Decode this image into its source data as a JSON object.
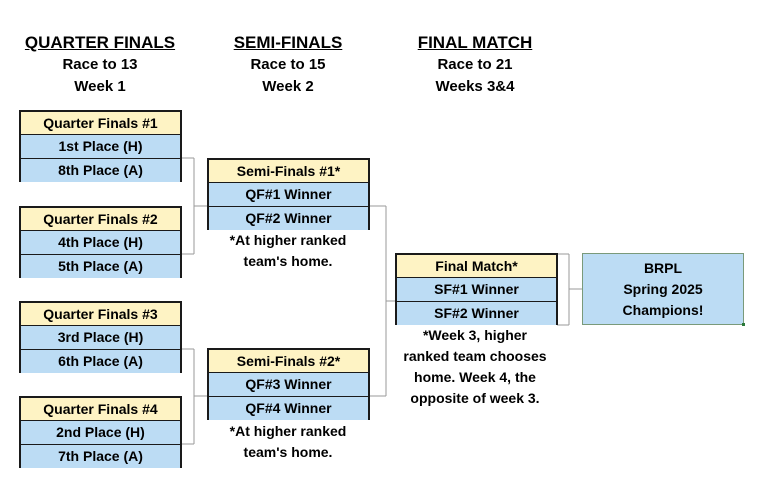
{
  "headers": {
    "qf": {
      "title": "QUARTER FINALS",
      "race": "Race to 13",
      "week": "Week 1"
    },
    "sf": {
      "title": "SEMI-FINALS",
      "race": "Race to 15",
      "week": "Week 2"
    },
    "final": {
      "title": "FINAL MATCH",
      "race": "Race to 21",
      "week": "Weeks 3&4"
    }
  },
  "quarter_finals": [
    {
      "title": "Quarter Finals #1",
      "home": "1st Place (H)",
      "away": "8th Place (A)"
    },
    {
      "title": "Quarter Finals #2",
      "home": "4th Place (H)",
      "away": "5th Place (A)"
    },
    {
      "title": "Quarter Finals #3",
      "home": "3rd Place (H)",
      "away": "6th Place (A)"
    },
    {
      "title": "Quarter Finals #4",
      "home": "2nd Place (H)",
      "away": "7th Place (A)"
    }
  ],
  "semi_finals": [
    {
      "title": "Semi-Finals #1*",
      "a": "QF#1 Winner",
      "b": "QF#2 Winner",
      "note_line1": "*At higher ranked",
      "note_line2": "team's home."
    },
    {
      "title": "Semi-Finals #2*",
      "a": "QF#3 Winner",
      "b": "QF#4 Winner",
      "note_line1": "*At higher ranked",
      "note_line2": "team's home."
    }
  ],
  "final": {
    "title": "Final Match*",
    "a": "SF#1 Winner",
    "b": "SF#2 Winner",
    "note_lines": [
      "*Week 3, higher",
      "ranked team chooses",
      "home. Week 4, the",
      "opposite of week 3."
    ]
  },
  "champion": {
    "line1": "BRPL",
    "line2": "Spring 2025",
    "line3": "Champions!"
  },
  "colors": {
    "header_cell": "#fef3c4",
    "team_cell": "#bcdcf4",
    "connector": "#9a9a9a"
  }
}
